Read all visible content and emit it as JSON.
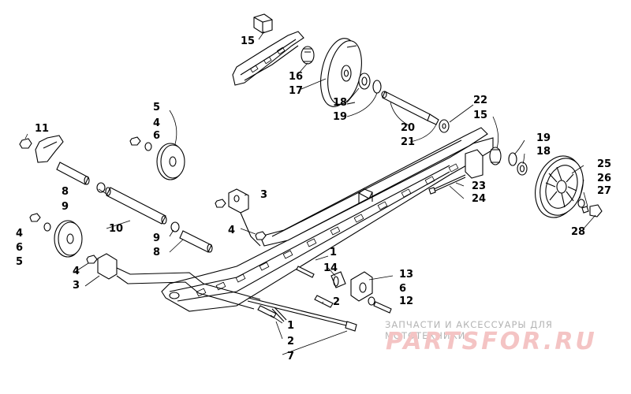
{
  "diagram": {
    "type": "exploded-parts-diagram",
    "callouts": [
      {
        "label": "15"
      },
      {
        "label": "16"
      },
      {
        "label": "17"
      },
      {
        "label": "18"
      },
      {
        "label": "19"
      },
      {
        "label": "20"
      },
      {
        "label": "21"
      },
      {
        "label": "22"
      },
      {
        "label": "15"
      },
      {
        "label": "19"
      },
      {
        "label": "18"
      },
      {
        "label": "25"
      },
      {
        "label": "26"
      },
      {
        "label": "27"
      },
      {
        "label": "28"
      },
      {
        "label": "23"
      },
      {
        "label": "24"
      },
      {
        "label": "11"
      },
      {
        "label": "5"
      },
      {
        "label": "4"
      },
      {
        "label": "6"
      },
      {
        "label": "8"
      },
      {
        "label": "9"
      },
      {
        "label": "10"
      },
      {
        "label": "3"
      },
      {
        "label": "4"
      },
      {
        "label": "9"
      },
      {
        "label": "8"
      },
      {
        "label": "4"
      },
      {
        "label": "6"
      },
      {
        "label": "5"
      },
      {
        "label": "4"
      },
      {
        "label": "3"
      },
      {
        "label": "1"
      },
      {
        "label": "14"
      },
      {
        "label": "13"
      },
      {
        "label": "6"
      },
      {
        "label": "2"
      },
      {
        "label": "12"
      },
      {
        "label": "1"
      },
      {
        "label": "2"
      },
      {
        "label": "7"
      }
    ]
  },
  "watermark": {
    "subtitle": "ЗАПЧАСТИ И АКСЕССУАРЫ ДЛЯ МОТОТЕХНИКИ",
    "logo_text": "PARTSFOR.RU",
    "subtitle_color": "#b4b4b4",
    "logo_color": "#f4c4c4"
  }
}
